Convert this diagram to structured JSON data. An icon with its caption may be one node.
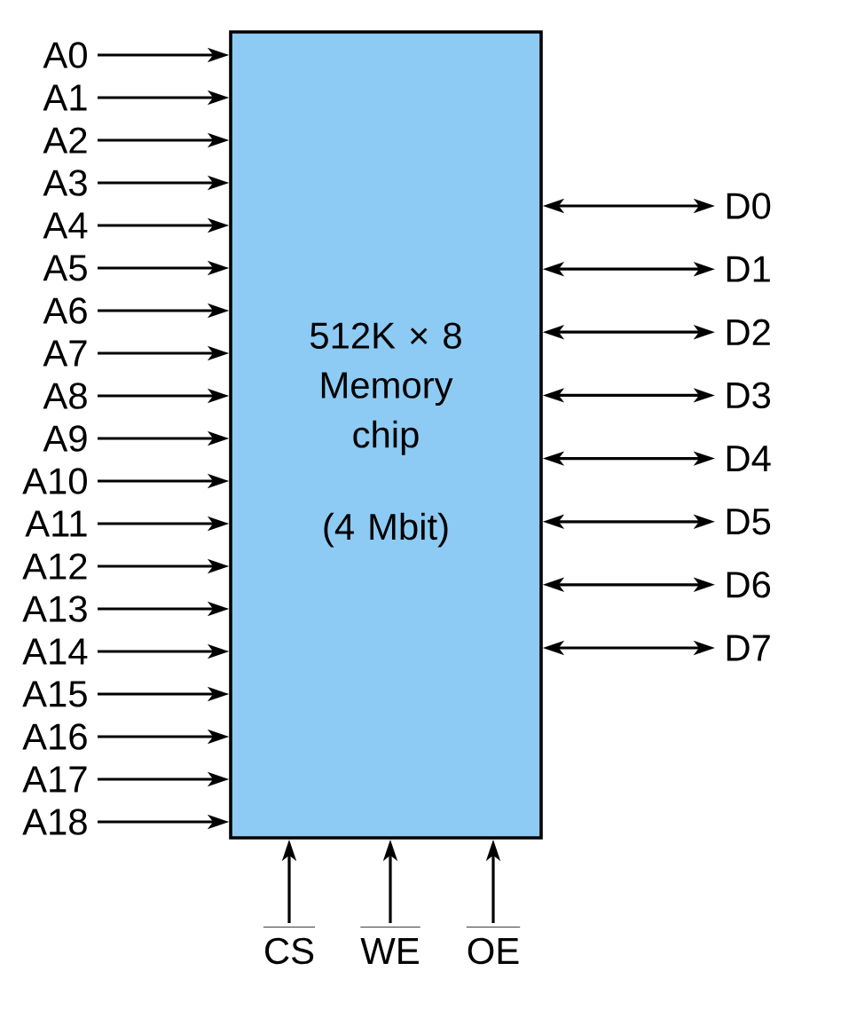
{
  "diagram": {
    "nodes": [
      {
        "text": [
          "512K × 8 Memory chip",
          "(4 Mbit)"
        ]
      },
      {
        "text": [
          "A0"
        ]
      },
      {
        "text": [
          "A1"
        ]
      },
      {
        "text": [
          "A2"
        ]
      },
      {
        "text": [
          "A3"
        ]
      },
      {
        "text": [
          "A4"
        ]
      },
      {
        "text": [
          "A5"
        ]
      },
      {
        "text": [
          "A6"
        ]
      },
      {
        "text": [
          "A7"
        ]
      },
      {
        "text": [
          "A8"
        ]
      },
      {
        "text": [
          "A9"
        ]
      },
      {
        "text": [
          "A10"
        ]
      },
      {
        "text": [
          "A11"
        ]
      },
      {
        "text": [
          "A12"
        ]
      },
      {
        "text": [
          "A13"
        ]
      },
      {
        "text": [
          "A14"
        ]
      },
      {
        "text": [
          "A15"
        ]
      },
      {
        "text": [
          "A16"
        ]
      },
      {
        "text": [
          "A17"
        ]
      },
      {
        "text": [
          "A18"
        ]
      },
      {
        "text": [
          "D0"
        ]
      },
      {
        "text": [
          "D1"
        ]
      },
      {
        "text": [
          "D2"
        ]
      },
      {
        "text": [
          "D3"
        ]
      },
      {
        "text": [
          "D4"
        ]
      },
      {
        "text": [
          "D5"
        ]
      },
      {
        "text": [
          "D6"
        ]
      },
      {
        "text": [
          "D7"
        ]
      },
      {
        "text": [
          "CS"
        ]
      },
      {
        "text": [
          "WE"
        ]
      },
      {
        "text": [
          "OE"
        ]
      }
    ],
    "edges": [
      {
        "from": 1,
        "to": 0,
        "arrow": "to"
      },
      {
        "from": 2,
        "to": 0,
        "arrow": "to"
      },
      {
        "from": 3,
        "to": 0,
        "arrow": "to"
      },
      {
        "from": 4,
        "to": 0,
        "arrow": "to"
      },
      {
        "from": 5,
        "to": 0,
        "arrow": "to"
      },
      {
        "from": 6,
        "to": 0,
        "arrow": "to"
      },
      {
        "from": 7,
        "to": 0,
        "arrow": "to"
      },
      {
        "from": 8,
        "to": 0,
        "arrow": "to"
      },
      {
        "from": 9,
        "to": 0,
        "arrow": "to"
      },
      {
        "from": 10,
        "to": 0,
        "arrow": "to"
      },
      {
        "from": 11,
        "to": 0,
        "arrow": "to"
      },
      {
        "from": 12,
        "to": 0,
        "arrow": "to"
      },
      {
        "from": 13,
        "to": 0,
        "arrow": "to"
      },
      {
        "from": 14,
        "to": 0,
        "arrow": "to"
      },
      {
        "from": 15,
        "to": 0,
        "arrow": "to"
      },
      {
        "from": 16,
        "to": 0,
        "arrow": "to"
      },
      {
        "from": 17,
        "to": 0,
        "arrow": "to"
      },
      {
        "from": 18,
        "to": 0,
        "arrow": "to"
      },
      {
        "from": 19,
        "to": 0,
        "arrow": "to"
      },
      {
        "from": 0,
        "to": 20,
        "arrow": "both"
      },
      {
        "from": 0,
        "to": 21,
        "arrow": "both"
      },
      {
        "from": 0,
        "to": 22,
        "arrow": "both"
      },
      {
        "from": 0,
        "to": 23,
        "arrow": "both"
      },
      {
        "from": 0,
        "to": 24,
        "arrow": "both"
      },
      {
        "from": 0,
        "to": 25,
        "arrow": "both"
      },
      {
        "from": 0,
        "to": 26,
        "arrow": "both"
      },
      {
        "from": 0,
        "to": 27,
        "arrow": "both"
      },
      {
        "from": 28,
        "to": 0,
        "arrow": "to"
      },
      {
        "from": 29,
        "to": 0,
        "arrow": "to"
      },
      {
        "from": 30,
        "to": 0,
        "arrow": "to"
      }
    ]
  }
}
